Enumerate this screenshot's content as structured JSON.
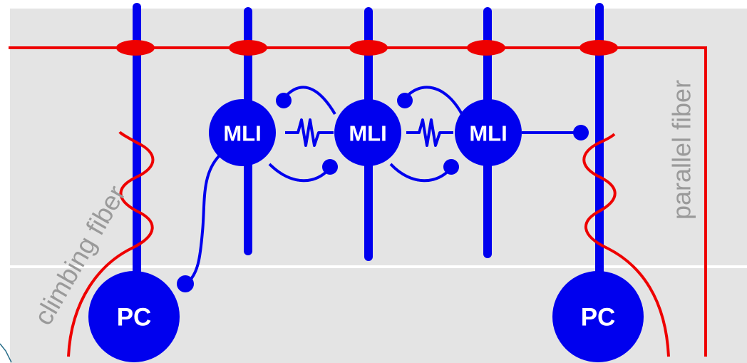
{
  "colors": {
    "background_layer": "#e4e4e4",
    "layer_divider": "#ffffff",
    "neuron": "#0000ee",
    "fiber": "#ee0000",
    "label_text": "#ffffff",
    "fiber_label_text": "#9a9a9a"
  },
  "labels": {
    "parallel_fiber": "parallel fiber",
    "climbing_fiber": "climbing fiber",
    "mli": "MLI",
    "pc": "PC"
  },
  "cells": {
    "mli_count": 3,
    "pc_count": 2
  }
}
